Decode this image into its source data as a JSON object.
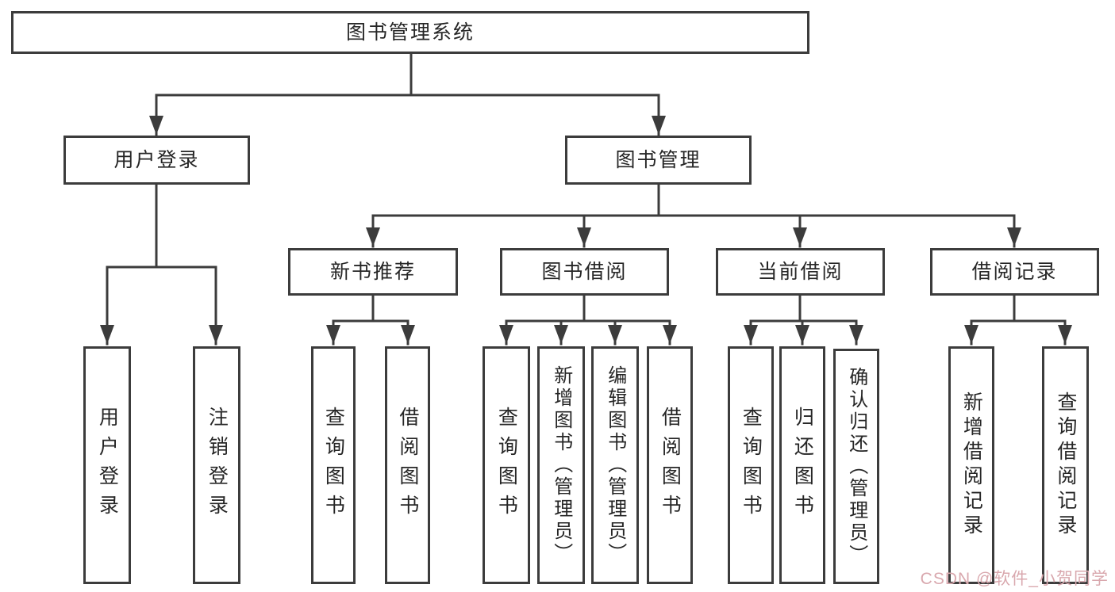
{
  "colors": {
    "line": "#3c3c3c",
    "box_border": "#3c3c3c",
    "text": "#262626",
    "watermark": "#d9a8ae",
    "background": "#ffffff"
  },
  "chart_type": "tree-diagram",
  "tree": {
    "root": {
      "label": "图书管理系统"
    },
    "children": [
      {
        "label": "用户登录",
        "children": [
          {
            "label": "用户登录"
          },
          {
            "label": "注销登录"
          }
        ]
      },
      {
        "label": "图书管理",
        "children": [
          {
            "label": "新书推荐",
            "children": [
              {
                "label": "查询图书"
              },
              {
                "label": "借阅图书"
              }
            ]
          },
          {
            "label": "图书借阅",
            "children": [
              {
                "label": "查询图书"
              },
              {
                "label": "新增图书（管理员）"
              },
              {
                "label": "编辑图书（管理员）"
              },
              {
                "label": "借阅图书"
              }
            ]
          },
          {
            "label": "当前借阅",
            "children": [
              {
                "label": "查询图书"
              },
              {
                "label": "归还图书"
              },
              {
                "label": "确认归还（管理员）"
              }
            ]
          },
          {
            "label": "借阅记录",
            "children": [
              {
                "label": "新增借阅记录"
              },
              {
                "label": "查询借阅记录"
              }
            ]
          }
        ]
      }
    ]
  },
  "watermark": {
    "text": "CSDN @软件_小贺同学"
  }
}
